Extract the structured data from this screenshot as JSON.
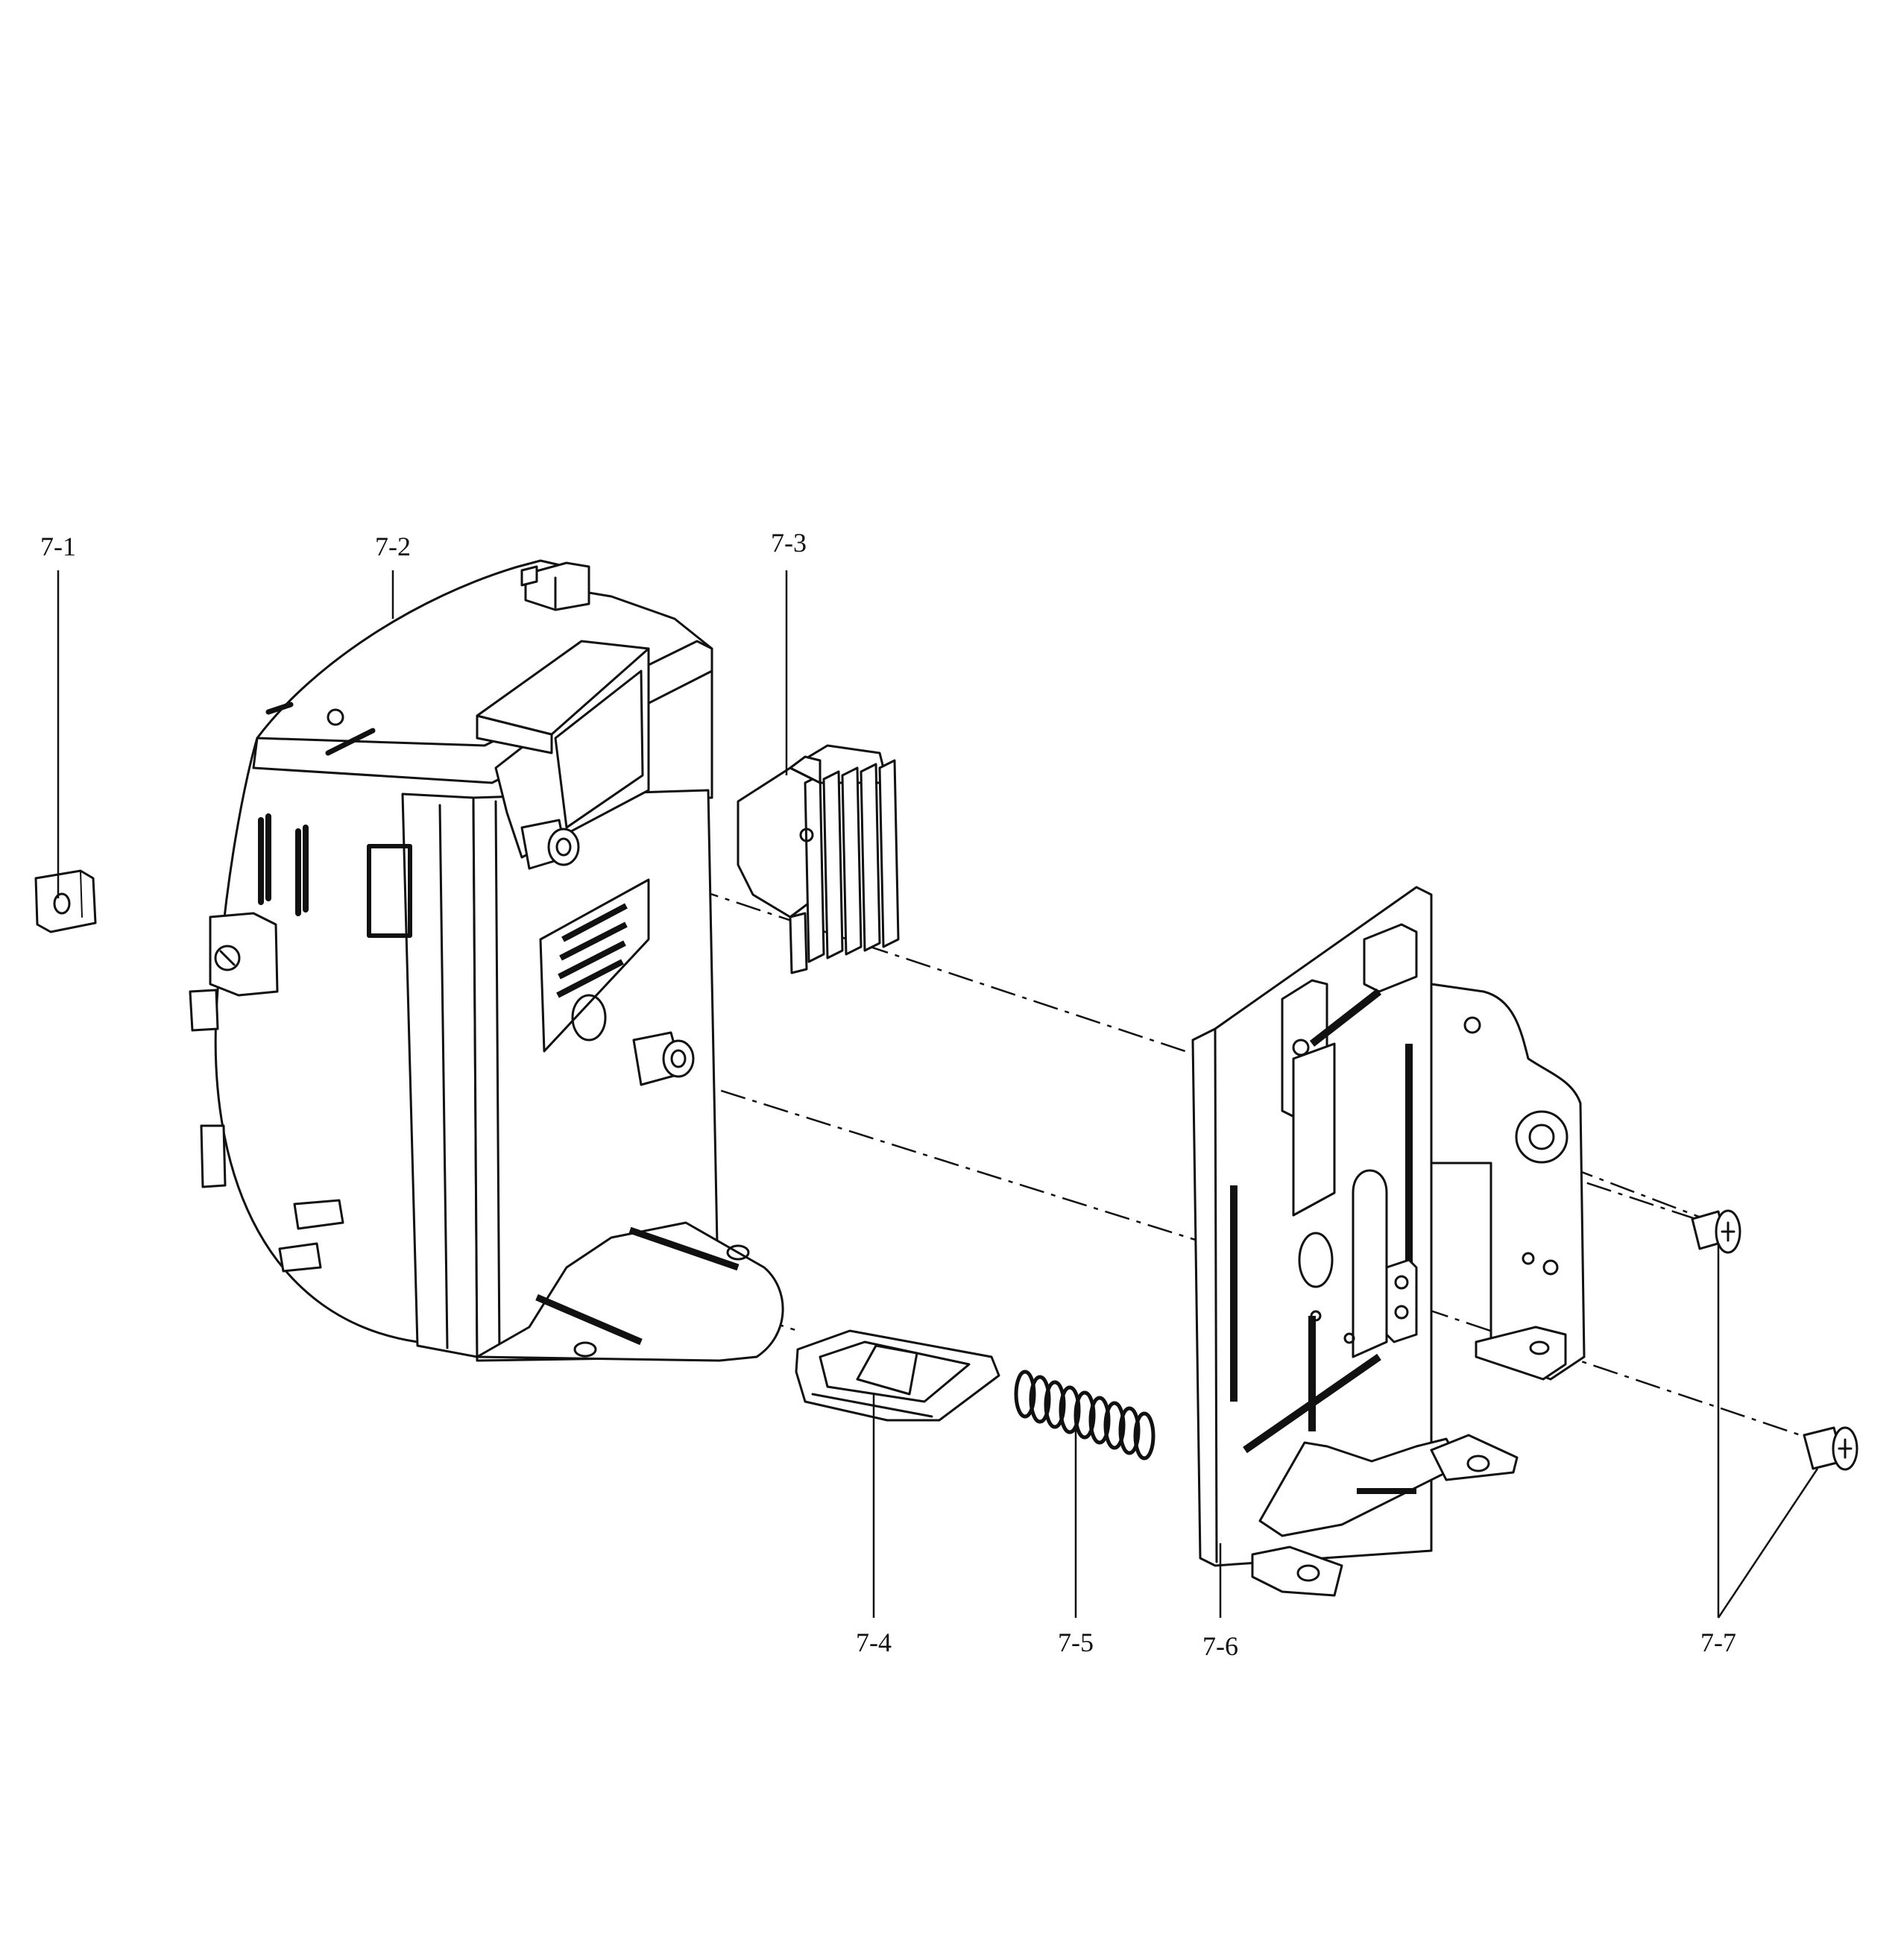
{
  "diagram": {
    "callouts": [
      {
        "id": "7-1",
        "label": "7-1"
      },
      {
        "id": "7-2",
        "label": "7-2"
      },
      {
        "id": "7-3",
        "label": "7-3"
      },
      {
        "id": "7-4",
        "label": "7-4"
      },
      {
        "id": "7-5",
        "label": "7-5"
      },
      {
        "id": "7-6",
        "label": "7-6"
      },
      {
        "id": "7-7",
        "label": "7-7"
      }
    ]
  }
}
